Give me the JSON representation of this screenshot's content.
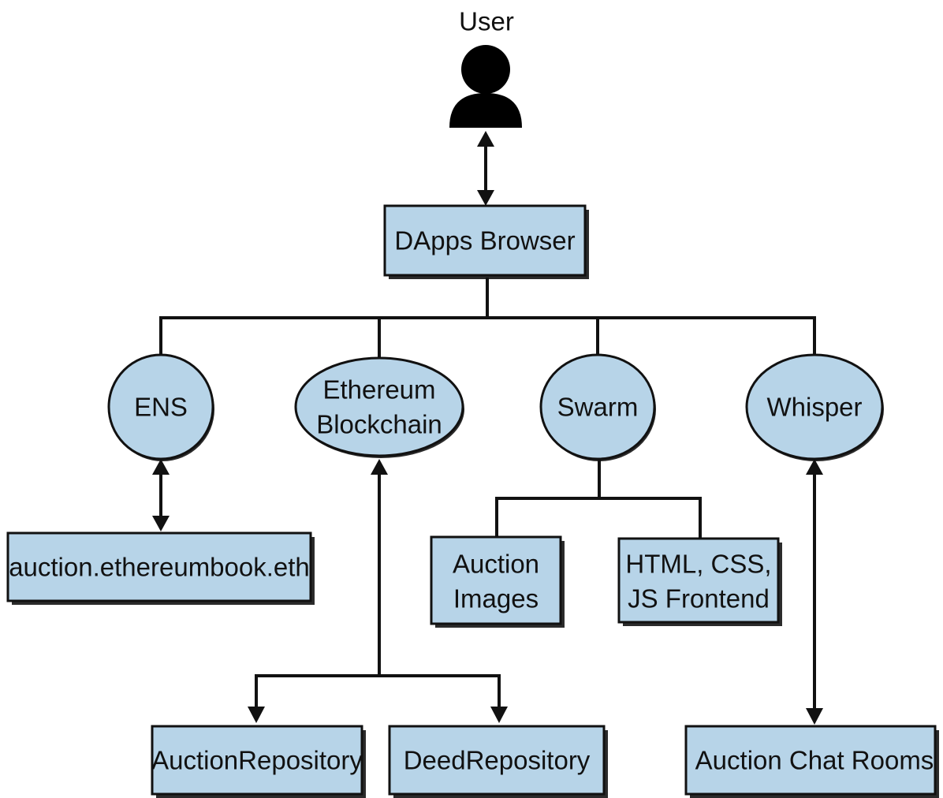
{
  "user": {
    "label": "User",
    "icon": "user-icon"
  },
  "colors": {
    "node_fill": "#b7d4e8",
    "stroke": "#111111"
  },
  "nodes": {
    "dapps_browser": "DApps Browser",
    "ens": "ENS",
    "ethereum": [
      "Ethereum",
      "Blockchain"
    ],
    "swarm": "Swarm",
    "whisper": "Whisper",
    "ens_name": "auction.ethereumbook.eth",
    "auction_images": [
      "Auction",
      "Images"
    ],
    "frontend": [
      "HTML, CSS,",
      "JS Frontend"
    ],
    "auction_repository": "AuctionRepository",
    "deed_repository": "DeedRepository",
    "chat_rooms": "Auction Chat Rooms"
  }
}
